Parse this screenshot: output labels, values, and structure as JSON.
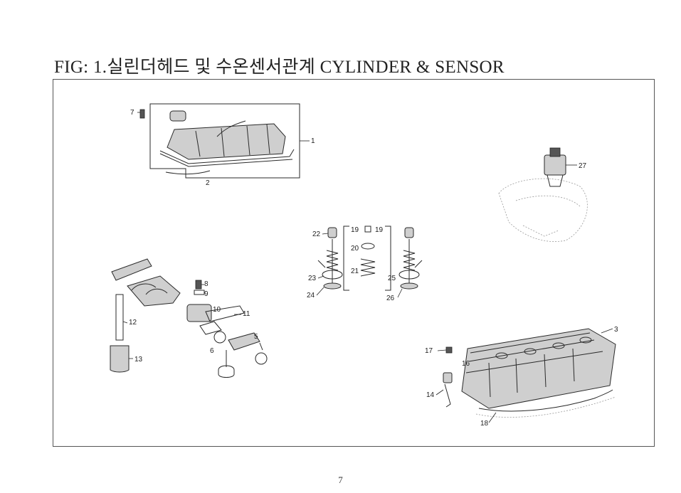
{
  "header": {
    "title": "FIG: 1.실린더헤드 및 수온센서관계 CYLINDER & SENSOR"
  },
  "diagram": {
    "labels": [
      "1",
      "2",
      "3",
      "5",
      "6",
      "7",
      "8",
      "9",
      "10",
      "11",
      "12",
      "13",
      "14",
      "16",
      "17",
      "18",
      "19",
      "20",
      "21",
      "22",
      "23",
      "24",
      "25",
      "26",
      "27"
    ]
  },
  "footer": {
    "page_number": "7"
  }
}
